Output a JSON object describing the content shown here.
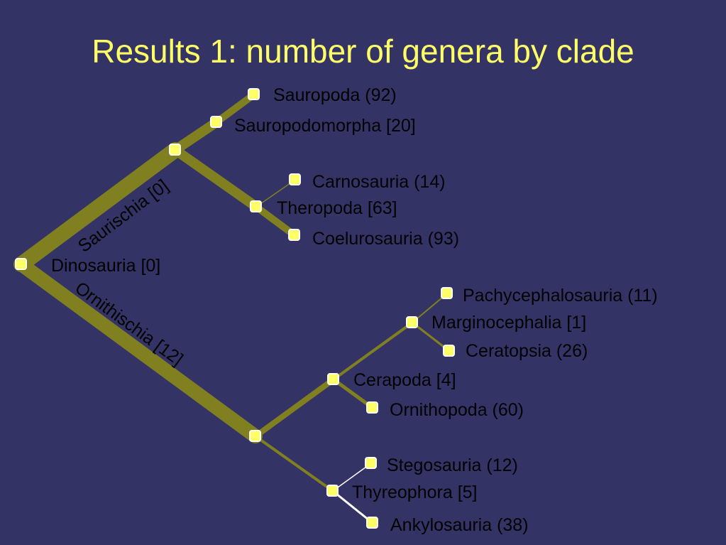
{
  "title": "Results 1: number of genera by clade",
  "colors": {
    "background": "#333366",
    "title": "#ffff66",
    "branch": "#808020",
    "thin_line": "#ffffff",
    "node_fill": "#ffff66",
    "node_border": "#ffffff",
    "label": "#000000"
  },
  "branch_labels": {
    "saurischia": "Saurischia [0]",
    "ornithischia": "Ornithischia [12]"
  },
  "nodes": {
    "sauropoda": "Sauropoda (92)",
    "sauropodomorpha": "Sauropodomorpha [20]",
    "carnosauria": "Carnosauria (14)",
    "theropoda": "Theropoda [63]",
    "coelurosauria": "Coelurosauria (93)",
    "dinosauria": "Dinosauria [0]",
    "pachycephalosauria": "Pachycephalosauria (11)",
    "marginocephalia": "Marginocephalia [1]",
    "ceratopsia": "Ceratopsia (26)",
    "cerapoda": "Cerapoda [4]",
    "ornithopoda": "Ornithopoda (60)",
    "stegosauria": "Stegosauria (12)",
    "thyreophora_name": "Thyreophora",
    "thyreophora_count": "[5]",
    "ankylosauria": "Ankylosauria (38)"
  }
}
